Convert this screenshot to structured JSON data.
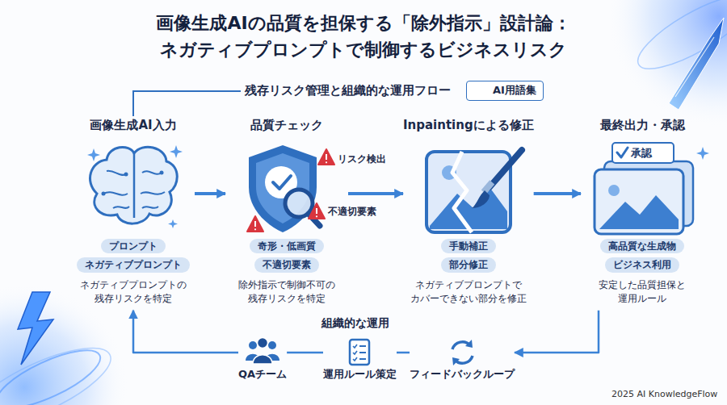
{
  "diagram": {
    "title": "画像生成AIの品質を担保する「除外指示」設計論： ネガティブプロンプトで制御するビジネスリスク",
    "nodes": [
      {
        "text": [
          "AI用語集"
        ]
      },
      {
        "text": [
          "画像生成AI入力",
          "ネガティブプロンプトの 残存リスクを特定"
        ]
      },
      {
        "text": [
          "プロンプト"
        ],
        "in": 1
      },
      {
        "text": [
          "ネガティブプロンプト"
        ],
        "in": 1
      },
      {
        "text": [
          "品質チェック",
          "除外指示で制御不可の 残存リスクを特定"
        ]
      },
      {
        "text": [
          "奇形・低画質"
        ],
        "in": 4
      },
      {
        "text": [
          "不適切要素"
        ],
        "in": 4
      },
      {
        "text": [
          "Inpaintingによる修正",
          "ネガティブプロンプトで カバーできない部分を修正"
        ]
      },
      {
        "text": [
          "手動補正"
        ],
        "in": 7
      },
      {
        "text": [
          "部分修正"
        ],
        "in": 7
      },
      {
        "text": [
          "最終出力・承認",
          "安定した品質担保と 運用ルール"
        ]
      },
      {
        "text": [
          "高品質な生成物"
        ],
        "in": 10
      },
      {
        "text": [
          "ビジネス利用"
        ],
        "in": 10
      },
      {
        "text": [
          "QAチーム"
        ]
      },
      {
        "text": [
          "運用ルール策定"
        ]
      },
      {
        "text": [
          "フィードバックループ"
        ]
      }
    ],
    "edges": [
      {
        "from": 1,
        "to": 4,
        "arrow": "to"
      },
      {
        "from": 4,
        "to": 7,
        "arrow": "to"
      },
      {
        "from": 7,
        "to": 10,
        "arrow": "to"
      },
      {
        "from": 10,
        "to": 15,
        "arrow": "to"
      },
      {
        "from": 15,
        "to": 14,
        "arrow": "none"
      },
      {
        "from": 14,
        "to": 13,
        "arrow": "none"
      },
      {
        "from": 13,
        "to": 1,
        "arrow": "to"
      }
    ],
    "labels": [
      "残存リスク管理と組織的な運用フロー",
      "AI",
      "リスク検出",
      "不適切要素",
      "承認",
      "組織的な運用",
      "2025 AI KnowledgeFlow"
    ]
  }
}
